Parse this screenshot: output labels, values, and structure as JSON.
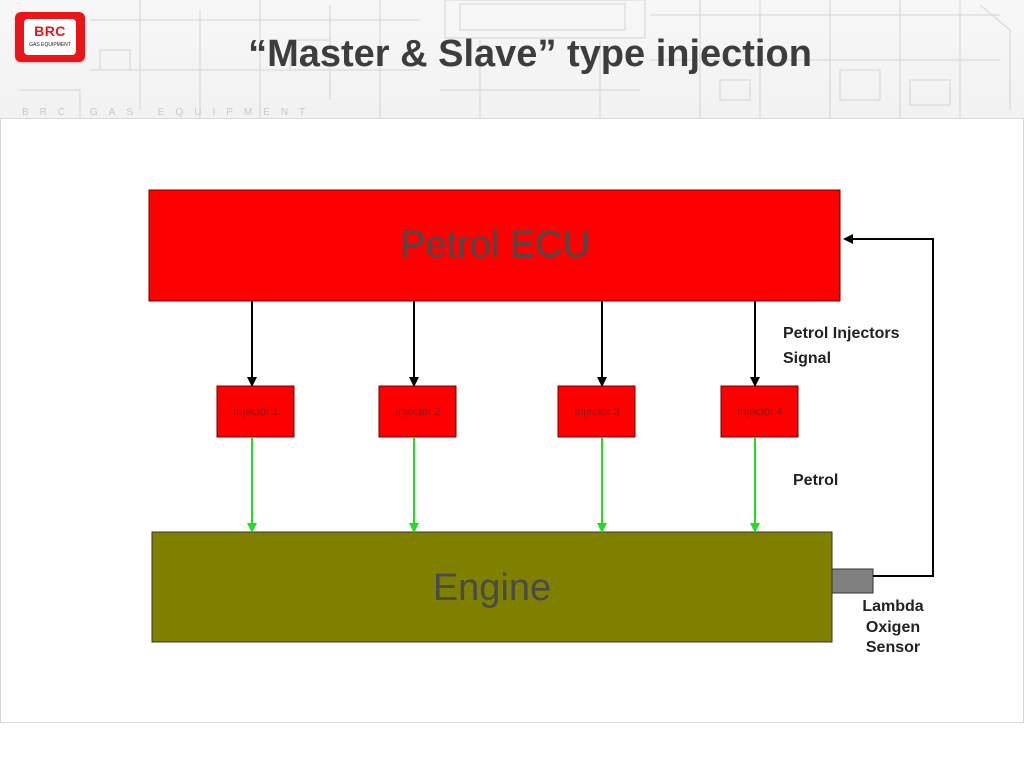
{
  "header": {
    "title": "“Master & Slave” type injection",
    "tagline": "BRC GAS EQUIPMENT",
    "logo": {
      "brand": "BRC",
      "sub": "GAS EQUIPMENT"
    }
  },
  "diagram": {
    "ecu_label": "Petrol ECU",
    "engine_label": "Engine",
    "injectors": [
      "Injector 1",
      "Injector 2",
      "Injector 3",
      "Injector 4"
    ],
    "signal_note_line1": "Petrol Injectors",
    "signal_note_line2": "Signal",
    "petrol_note": "Petrol",
    "sensor_note": [
      "Lambda",
      "Oxigen",
      "Sensor"
    ]
  },
  "colors": {
    "ecu": "#ff0000",
    "injector": "#ff0000",
    "engine": "#808000",
    "sensor": "#808080",
    "signal_arrow": "#000000",
    "petrol_arrow": "#22dd22",
    "title": "#3d3d3d"
  }
}
